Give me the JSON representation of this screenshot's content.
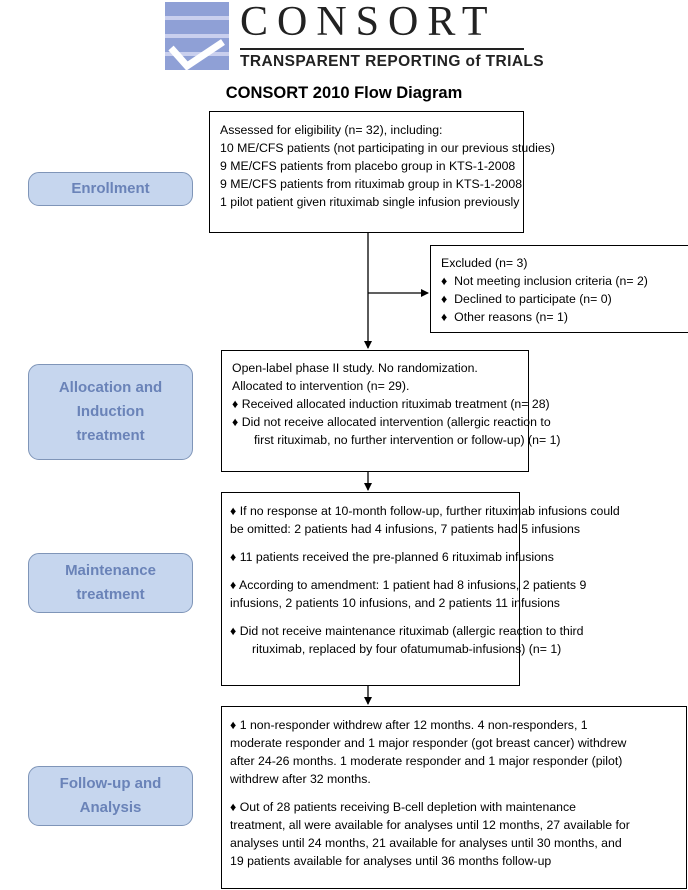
{
  "logo": {
    "word": "CONSORT",
    "tagline": "TRANSPARENT REPORTING of TRIALS",
    "colors": {
      "mark": "#8fa0d6",
      "mark_light": "#c9cfee",
      "check": "#ffffff",
      "text": "#222222"
    }
  },
  "title": "CONSORT 2010 Flow Diagram",
  "stages": {
    "enrollment": "Enrollment",
    "allocation": [
      "Allocation and",
      "Induction",
      "treatment"
    ],
    "maintenance": [
      "Maintenance",
      "treatment"
    ],
    "followup": [
      "Follow-up and",
      "Analysis"
    ]
  },
  "enrollment_box": {
    "lines": [
      "Assessed for eligibility (n= 32), including:",
      "10 ME/CFS patients (not participating in our previous studies)",
      "9 ME/CFS patients from placebo group in KTS-1-2008",
      "9 ME/CFS patients from rituximab group in KTS-1-2008",
      "1 pilot patient given rituximab single infusion previously"
    ]
  },
  "excluded_box": {
    "title": "Excluded  (n= 3)",
    "bullets": [
      "Not meeting inclusion criteria (n= 2)",
      "Declined to participate (n= 0)",
      "Other reasons (n= 1)"
    ]
  },
  "allocation_box": {
    "line1": "Open-label phase II study. No randomization.",
    "line2": "Allocated to intervention (n= 29).",
    "bullet1": "Received allocated induction rituximab treatment (n= 28)",
    "bullet2_first": "Did not receive allocated intervention (allergic reaction to",
    "bullet2_rest": "first rituximab, no further intervention or follow-up) (n= 1)"
  },
  "maintenance_box": {
    "p1_first": "If no response at 10-month follow-up, further rituximab infusions could",
    "p1_rest": "be omitted: 2 patients had 4 infusions, 7 patients had 5 infusions",
    "p2": "11 patients received the pre-planned 6 rituximab infusions",
    "p3_first": "According to amendment: 1 patient had 8 infusions, 2 patients 9",
    "p3_rest": "infusions, 2 patients 10 infusions, and 2 patients 11 infusions",
    "p4_first": "Did not receive maintenance rituximab (allergic reaction to third",
    "p4_rest": "rituximab, replaced by four ofatumumab-infusions) (n= 1)"
  },
  "followup_box": {
    "p1": [
      "1 non-responder withdrew after 12 months. 4 non-responders, 1",
      "moderate responder and 1 major responder (got breast cancer) withdrew",
      "after 24-26 months. 1 moderate responder and 1 major responder (pilot)",
      "withdrew after 32 months."
    ],
    "p2": [
      "Out of 28 patients receiving B-cell depletion with maintenance",
      "treatment, all were available for analyses until 12 months, 27 available for",
      "analyses until 24 months, 21 available for analyses until 30 months, and",
      "19 patients available for analyses until 36 months follow-up"
    ]
  },
  "bullet_glyph": "♦",
  "colors": {
    "stage_fill": "#c6d6ee",
    "stage_border": "#7f95b8",
    "stage_text": "#6a83b8"
  }
}
